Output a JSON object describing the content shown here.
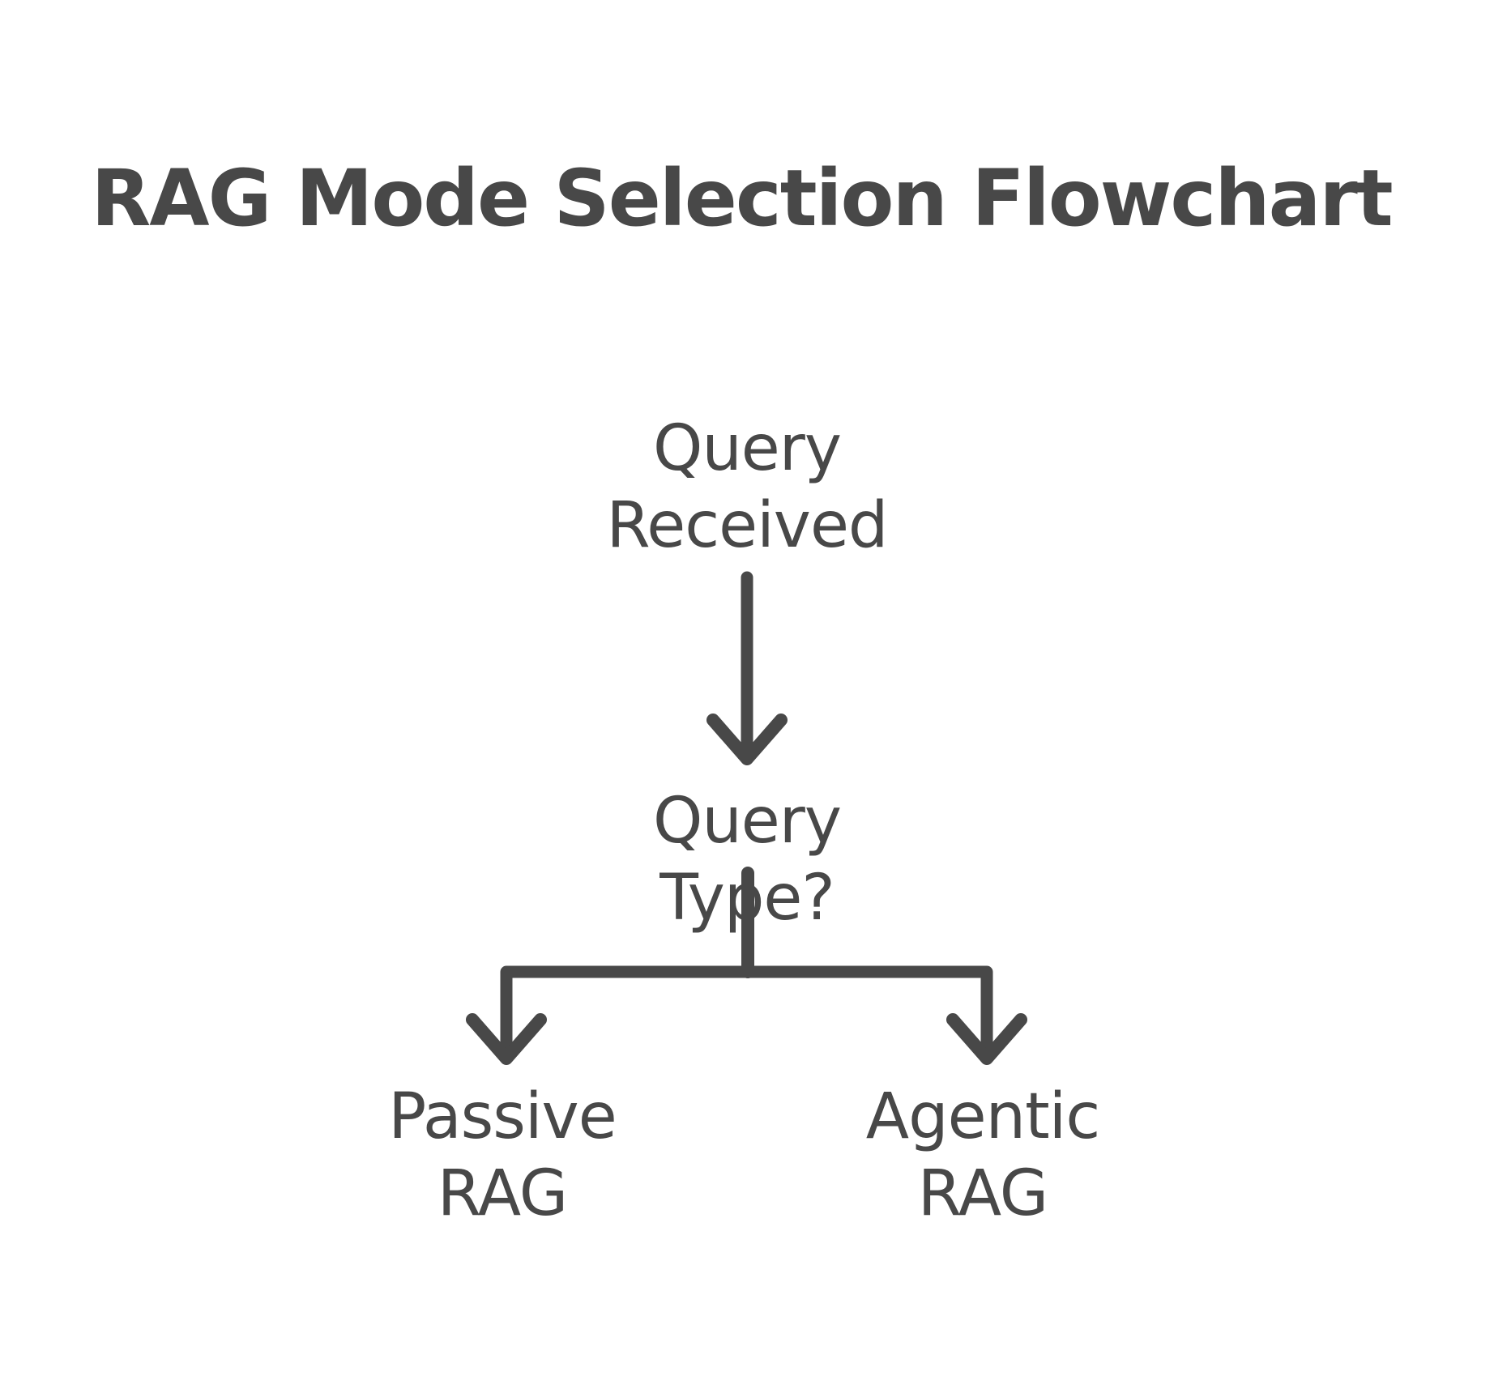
{
  "title": "RAG Mode Selection Flowchart",
  "colors": {
    "background": "#ffffff",
    "ink": "#484848"
  },
  "flowchart": {
    "nodes": [
      {
        "id": "query-received",
        "label": "Query\nReceived"
      },
      {
        "id": "query-type",
        "label": "Query\nType?"
      },
      {
        "id": "passive-rag",
        "label": "Passive\nRAG"
      },
      {
        "id": "agentic-rag",
        "label": "Agentic\nRAG"
      }
    ],
    "edges": [
      {
        "from": "query-received",
        "to": "query-type"
      },
      {
        "from": "query-type",
        "to": "passive-rag"
      },
      {
        "from": "query-type",
        "to": "agentic-rag"
      }
    ]
  }
}
